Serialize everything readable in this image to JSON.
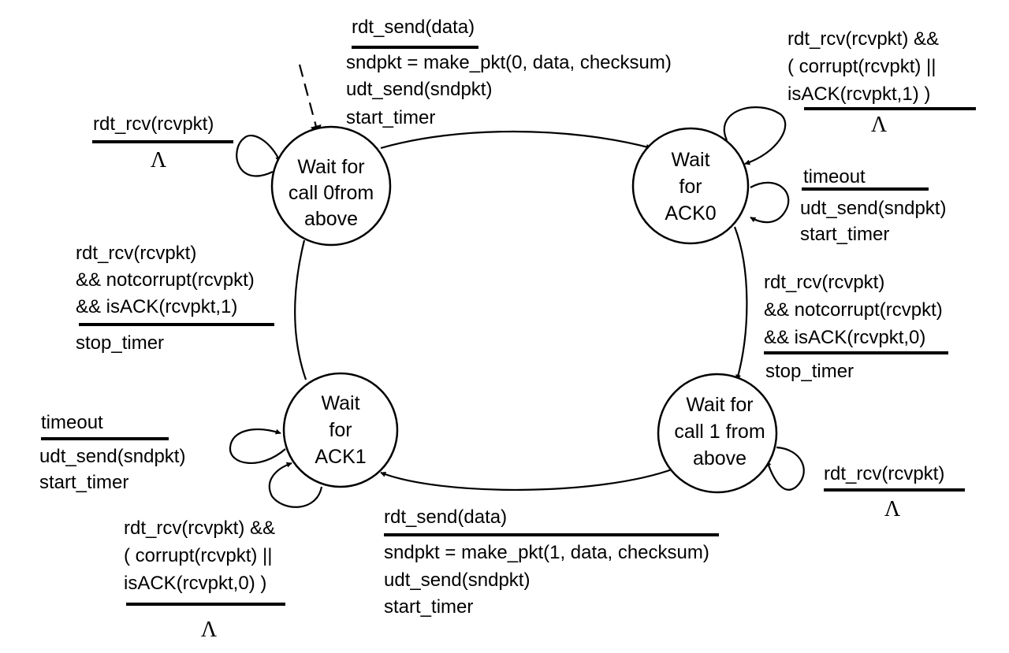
{
  "states": {
    "wait_call0": [
      "Wait for",
      "call 0from",
      "above"
    ],
    "wait_ack0": [
      "Wait",
      "for",
      "ACK0"
    ],
    "wait_call1": [
      "Wait for",
      "call 1 from",
      "above"
    ],
    "wait_ack1": [
      "Wait",
      "for",
      "ACK1"
    ]
  },
  "transitions": {
    "send0": {
      "event": "rdt_send(data)",
      "actions": [
        "sndpkt = make_pkt(0, data, checksum)",
        "udt_send(sndpkt)",
        "start_timer"
      ]
    },
    "ack0_corrupt": {
      "event": [
        "rdt_rcv(rcvpkt) &&",
        "( corrupt(rcvpkt) ||",
        "isACK(rcvpkt,1) )"
      ],
      "action": "Λ"
    },
    "ack0_timeout": {
      "event": "timeout",
      "actions": [
        "udt_send(sndpkt)",
        "start_timer"
      ]
    },
    "ack0_ok": {
      "event": [
        "rdt_rcv(rcvpkt)",
        "&& notcorrupt(rcvpkt)",
        "&& isACK(rcvpkt,0)"
      ],
      "action": "stop_timer"
    },
    "call1_rcv": {
      "event": "rdt_rcv(rcvpkt)",
      "action": "Λ"
    },
    "send1": {
      "event": "rdt_send(data)",
      "actions": [
        "sndpkt = make_pkt(1, data, checksum)",
        "udt_send(sndpkt)",
        "start_timer"
      ]
    },
    "ack1_timeout": {
      "event": "timeout",
      "actions": [
        "udt_send(sndpkt)",
        "start_timer"
      ]
    },
    "ack1_corrupt": {
      "event": [
        "rdt_rcv(rcvpkt) &&",
        "( corrupt(rcvpkt) ||",
        "isACK(rcvpkt,0) )"
      ],
      "action": "Λ"
    },
    "ack1_ok": {
      "event": [
        "rdt_rcv(rcvpkt)",
        "&& notcorrupt(rcvpkt)",
        "&& isACK(rcvpkt,1)"
      ],
      "action": "stop_timer"
    },
    "call0_rcv": {
      "event": "rdt_rcv(rcvpkt)",
      "action": "Λ"
    }
  }
}
